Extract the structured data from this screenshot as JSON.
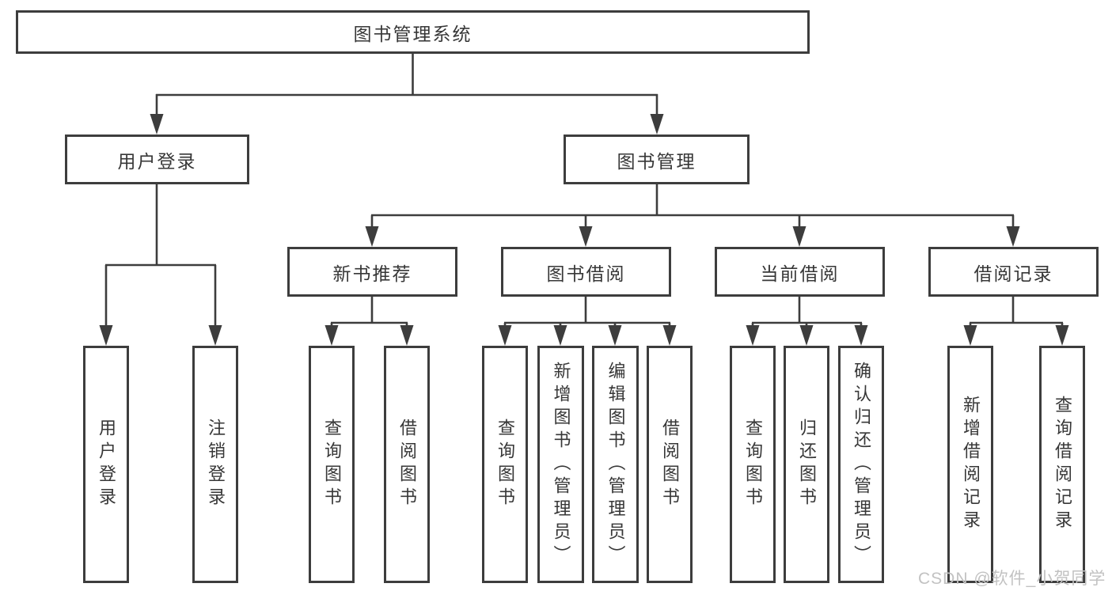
{
  "colors": {
    "line": "#3d3d3d",
    "box_border": "#3d3d3d",
    "text": "#373737",
    "background": "#ffffff",
    "watermark": "#c2c2c2"
  },
  "watermark": {
    "text": "CSDN @软件_小贺同学"
  },
  "tree": {
    "root": {
      "label": "图书管理系统",
      "children": [
        {
          "label": "用户登录",
          "children": [
            {
              "label": "用户登录"
            },
            {
              "label": "注销登录"
            }
          ]
        },
        {
          "label": "图书管理",
          "children": [
            {
              "label": "新书推荐",
              "children": [
                {
                  "label": "查询图书"
                },
                {
                  "label": "借阅图书"
                }
              ]
            },
            {
              "label": "图书借阅",
              "children": [
                {
                  "label": "查询图书"
                },
                {
                  "label": "新增图书（管理员）"
                },
                {
                  "label": "编辑图书（管理员）"
                },
                {
                  "label": "借阅图书"
                }
              ]
            },
            {
              "label": "当前借阅",
              "children": [
                {
                  "label": "查询图书"
                },
                {
                  "label": "归还图书"
                },
                {
                  "label": "确认归还（管理员）"
                }
              ]
            },
            {
              "label": "借阅记录",
              "children": [
                {
                  "label": "新增借阅记录"
                },
                {
                  "label": "查询借阅记录"
                }
              ]
            }
          ]
        }
      ]
    }
  }
}
